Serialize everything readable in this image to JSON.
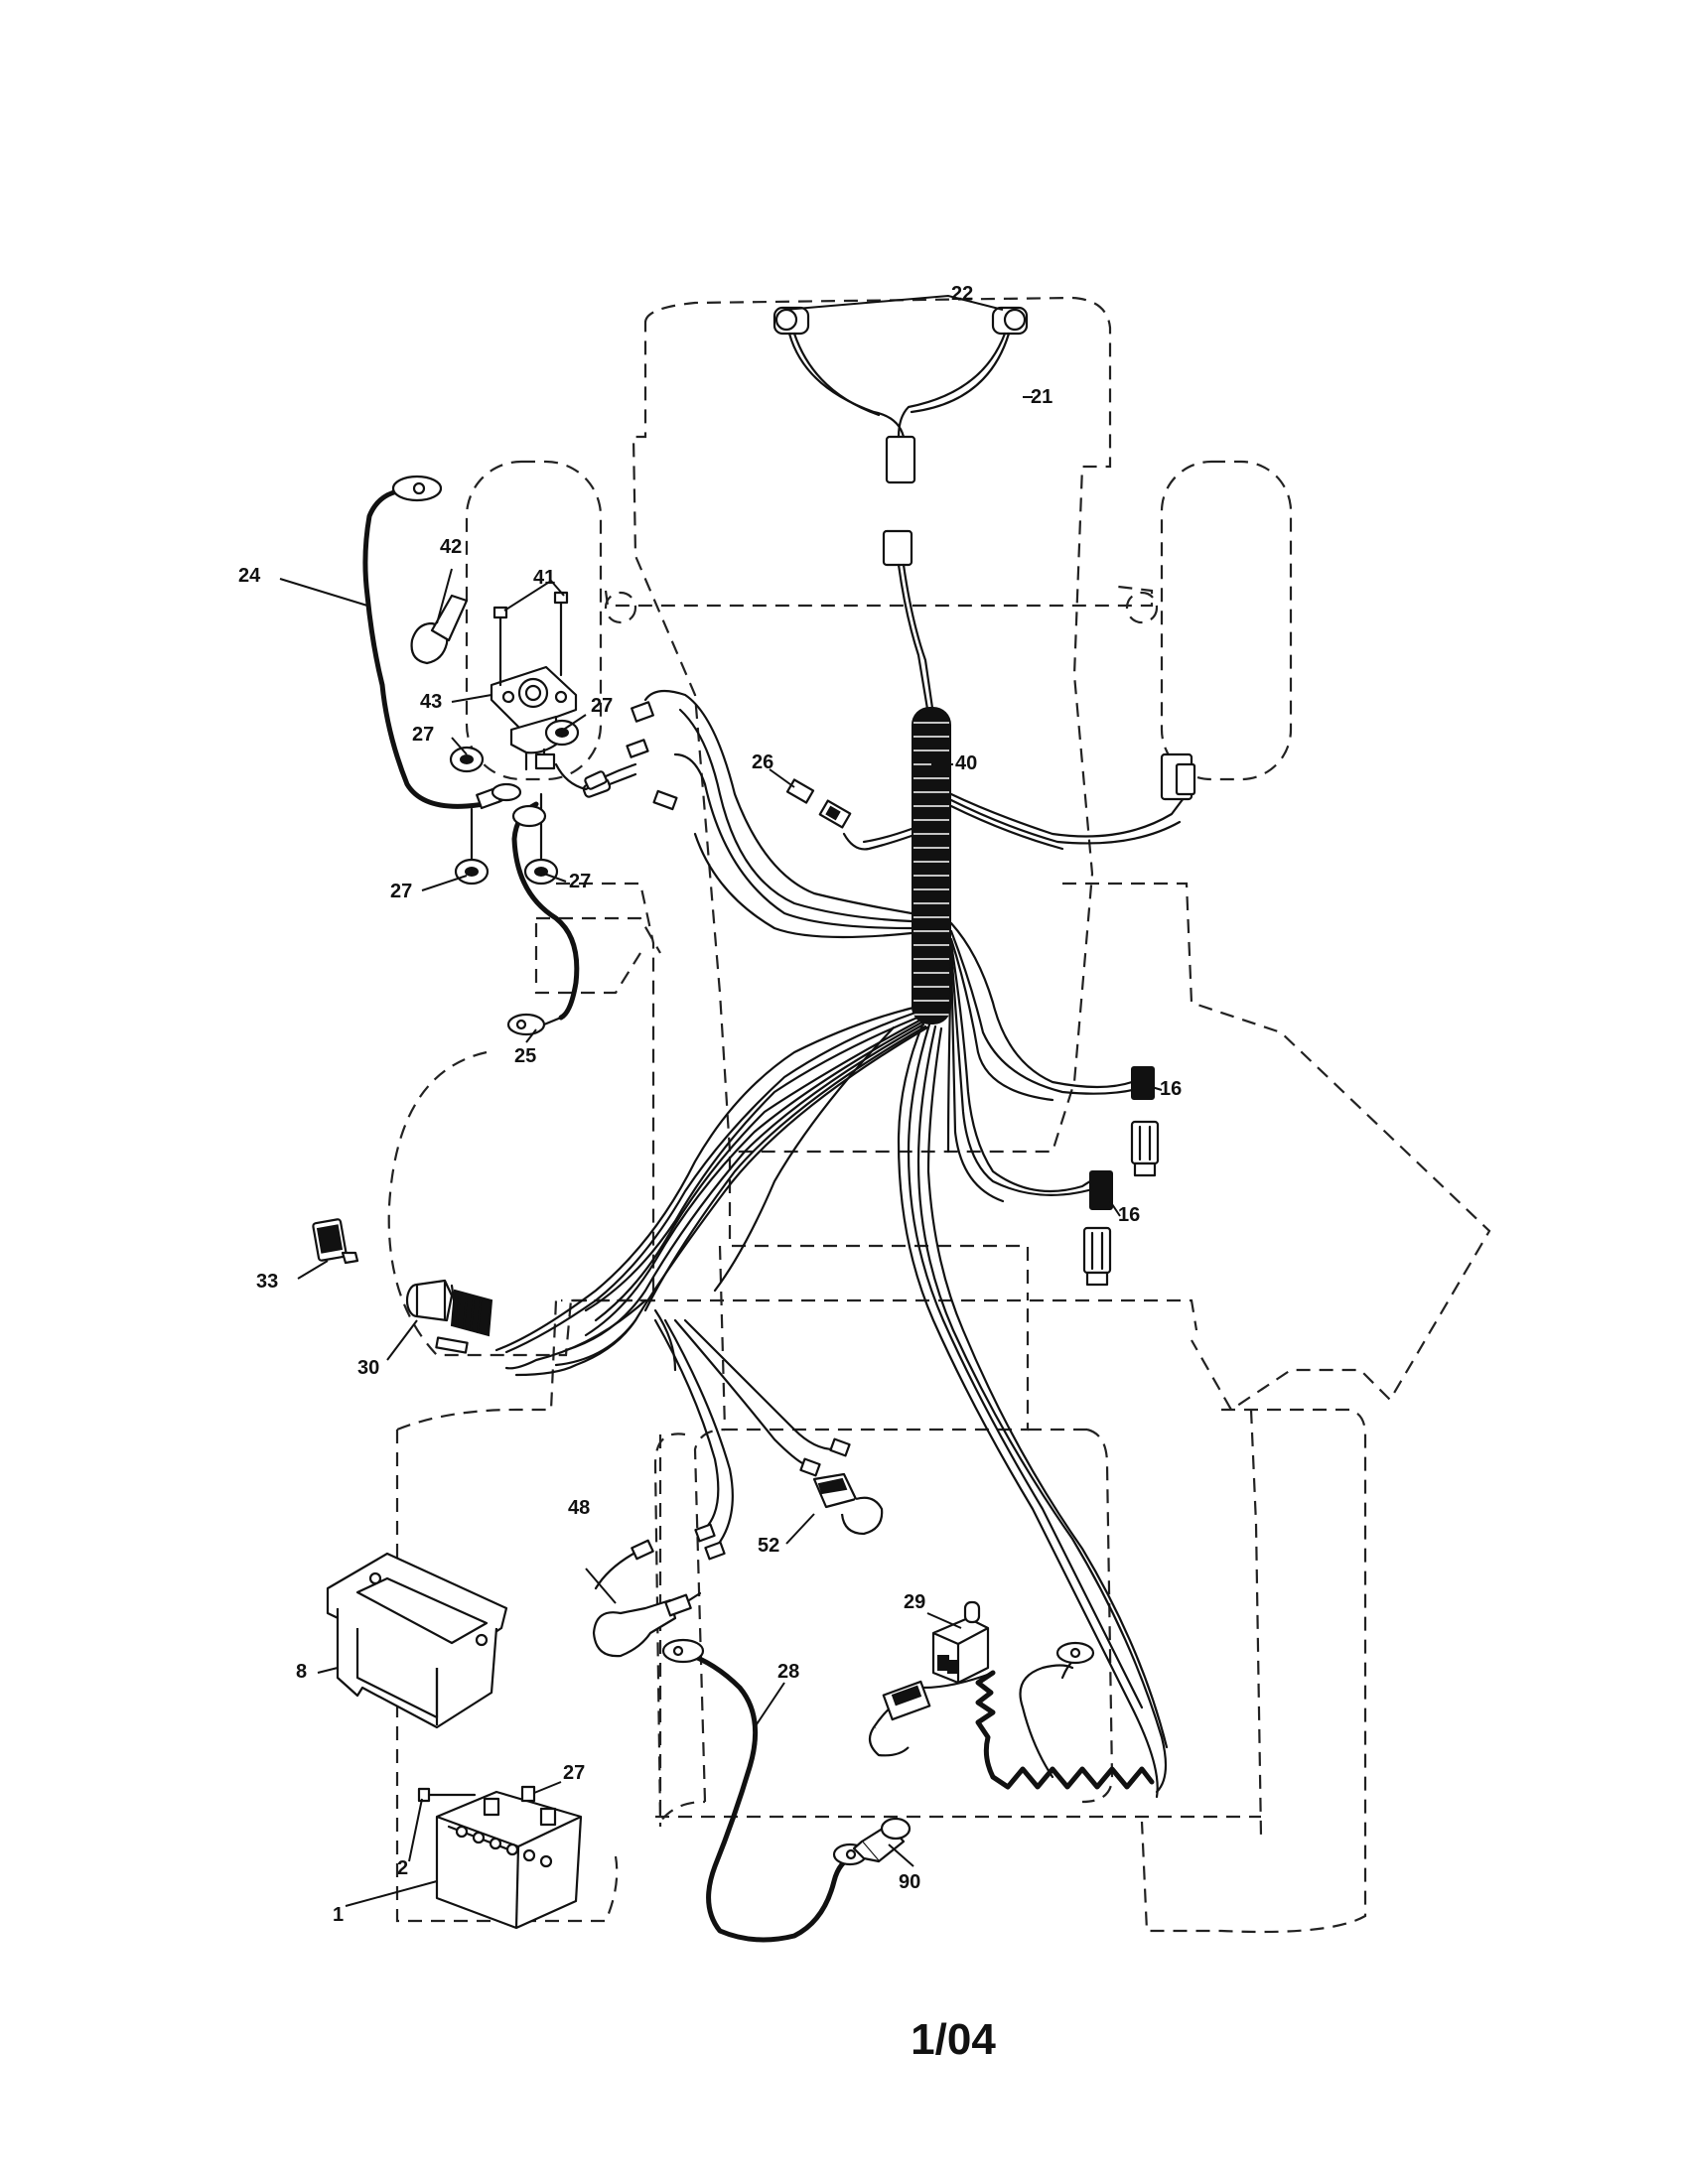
{
  "callouts": {
    "c1": "1",
    "c2": "2",
    "c8": "8",
    "c16a": "16",
    "c16b": "16",
    "c21": "21",
    "c22": "22",
    "c24": "24",
    "c25": "25",
    "c26": "26",
    "c27a": "27",
    "c27b": "27",
    "c27c": "27",
    "c27d": "27",
    "c27e": "27",
    "c28": "28",
    "c29": "29",
    "c30": "30",
    "c33": "33",
    "c40": "40",
    "c41": "41",
    "c42": "42",
    "c43": "43",
    "c48": "48",
    "c52": "52",
    "c90": "90"
  },
  "page_number": "1/04"
}
